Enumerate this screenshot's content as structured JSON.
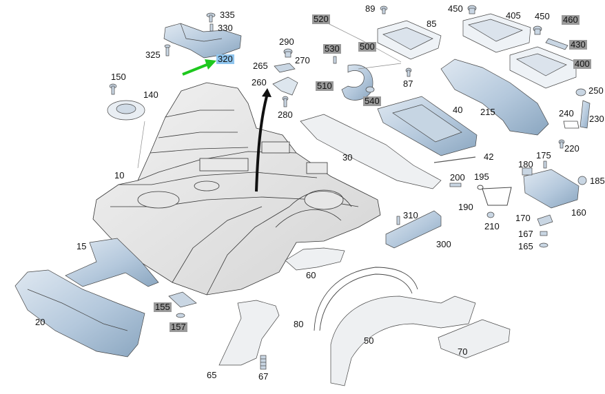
{
  "colors": {
    "part_fill": "#b4c8dc",
    "part_fill_dark": "#8aa6c0",
    "line": "#333333",
    "callout_grey": "#9a9a9a",
    "callout_highlight": "#8fc5ee",
    "arrow_green": "#1ec81e"
  },
  "callouts": [
    {
      "text": "335",
      "style": "plain"
    },
    {
      "text": "330",
      "style": "plain"
    },
    {
      "text": "325",
      "style": "plain"
    },
    {
      "text": "320",
      "style": "highlight"
    },
    {
      "text": "150",
      "style": "plain"
    },
    {
      "text": "140",
      "style": "plain"
    },
    {
      "text": "10",
      "style": "plain"
    },
    {
      "text": "15",
      "style": "plain"
    },
    {
      "text": "20",
      "style": "plain"
    },
    {
      "text": "155",
      "style": "grey"
    },
    {
      "text": "157",
      "style": "grey"
    },
    {
      "text": "290",
      "style": "plain"
    },
    {
      "text": "270",
      "style": "plain"
    },
    {
      "text": "265",
      "style": "plain"
    },
    {
      "text": "260",
      "style": "plain"
    },
    {
      "text": "280",
      "style": "plain"
    },
    {
      "text": "520",
      "style": "grey"
    },
    {
      "text": "530",
      "style": "grey"
    },
    {
      "text": "500",
      "style": "grey"
    },
    {
      "text": "510",
      "style": "grey"
    },
    {
      "text": "540",
      "style": "grey"
    },
    {
      "text": "89",
      "style": "plain"
    },
    {
      "text": "85",
      "style": "plain"
    },
    {
      "text": "87",
      "style": "plain"
    },
    {
      "text": "450",
      "style": "plain"
    },
    {
      "text": "405",
      "style": "plain"
    },
    {
      "text": "450",
      "style": "plain"
    },
    {
      "text": "460",
      "style": "grey"
    },
    {
      "text": "430",
      "style": "grey"
    },
    {
      "text": "400",
      "style": "grey"
    },
    {
      "text": "40",
      "style": "plain"
    },
    {
      "text": "215",
      "style": "plain"
    },
    {
      "text": "250",
      "style": "plain"
    },
    {
      "text": "240",
      "style": "plain"
    },
    {
      "text": "230",
      "style": "plain"
    },
    {
      "text": "220",
      "style": "plain"
    },
    {
      "text": "30",
      "style": "plain"
    },
    {
      "text": "42",
      "style": "plain"
    },
    {
      "text": "175",
      "style": "plain"
    },
    {
      "text": "180",
      "style": "plain"
    },
    {
      "text": "185",
      "style": "plain"
    },
    {
      "text": "200",
      "style": "plain"
    },
    {
      "text": "195",
      "style": "plain"
    },
    {
      "text": "190",
      "style": "plain"
    },
    {
      "text": "210",
      "style": "plain"
    },
    {
      "text": "160",
      "style": "plain"
    },
    {
      "text": "170",
      "style": "plain"
    },
    {
      "text": "167",
      "style": "plain"
    },
    {
      "text": "165",
      "style": "plain"
    },
    {
      "text": "310",
      "style": "plain"
    },
    {
      "text": "300",
      "style": "plain"
    },
    {
      "text": "60",
      "style": "plain"
    },
    {
      "text": "80",
      "style": "plain"
    },
    {
      "text": "50",
      "style": "plain"
    },
    {
      "text": "70",
      "style": "plain"
    },
    {
      "text": "65",
      "style": "plain"
    },
    {
      "text": "67",
      "style": "plain"
    }
  ]
}
